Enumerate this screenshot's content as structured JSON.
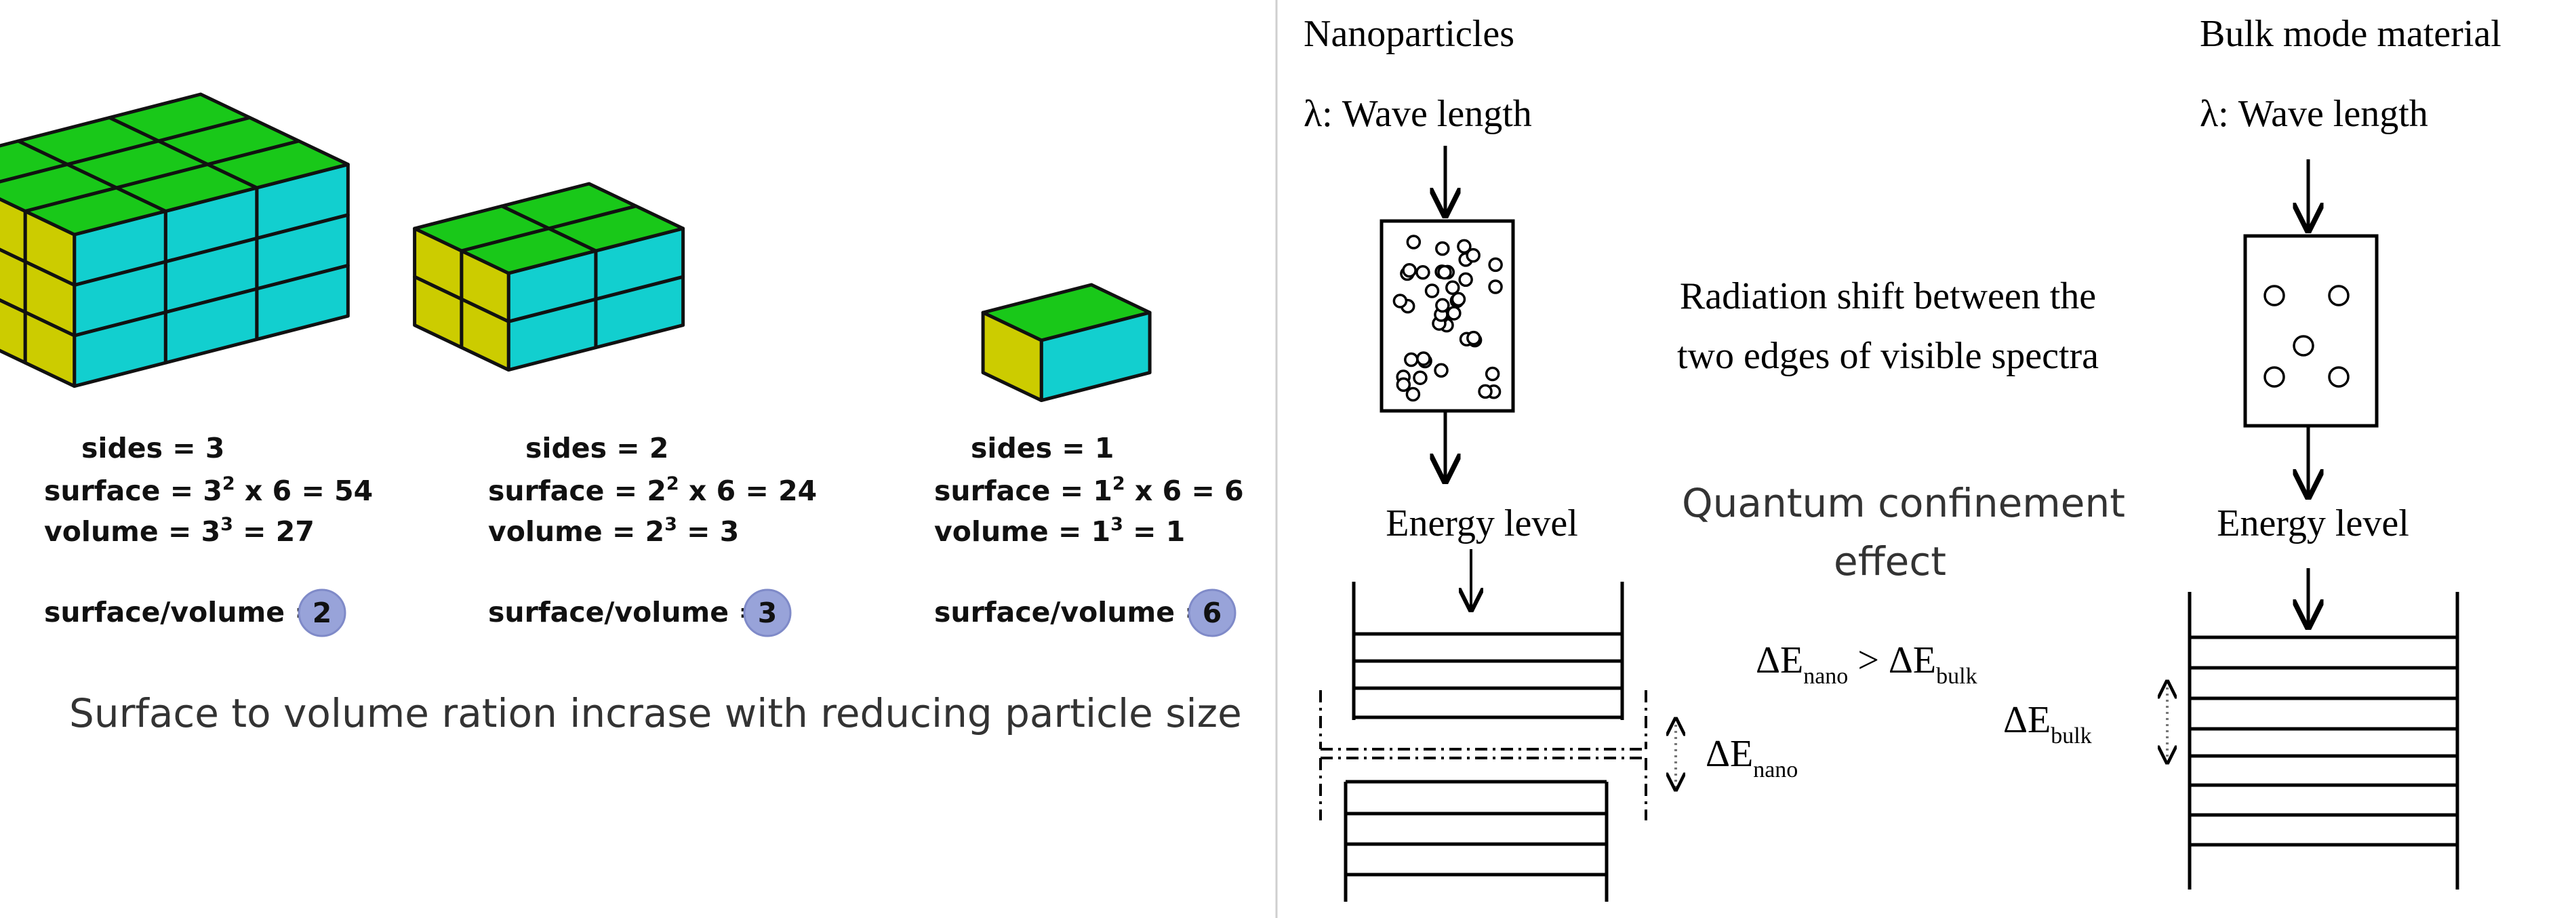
{
  "colors": {
    "top_face": "#19c819",
    "left_face": "#12cfcf",
    "right_face": "#cccc00",
    "badge": "#98a3d9",
    "divider": "#cfcfcf"
  },
  "left_panel": {
    "cubes": [
      {
        "grid_size": 3,
        "sides": "sides = 3",
        "surface": "surface = 3",
        "surface_exp": "2",
        "surface_rest": " x 6 = 54",
        "volume": "volume = 3",
        "volume_exp": "3",
        "volume_rest": " = 27",
        "ratio_label": "surface/volume =",
        "ratio_value": "2"
      },
      {
        "grid_size": 2,
        "sides": "sides = 2",
        "surface": "surface = 2",
        "surface_exp": "2",
        "surface_rest": " x 6 = 24",
        "volume": "volume = 2",
        "volume_exp": "3",
        "volume_rest": " = 3",
        "ratio_label": "surface/volume =",
        "ratio_value": "3"
      },
      {
        "grid_size": 1,
        "sides": "sides = 1",
        "surface": "surface = 1",
        "surface_exp": "2",
        "surface_rest": " x 6 = 6",
        "volume": "volume = 1",
        "volume_exp": "3",
        "volume_rest": " = 1",
        "ratio_label": "surface/volume =",
        "ratio_value": "6"
      }
    ],
    "caption": "Surface to volume ration incrase with reducing particle size"
  },
  "right_panel": {
    "nano_title": "Nanoparticles",
    "bulk_title": "Bulk mode material",
    "nano_wavelength": "λ: Wave length",
    "bulk_wavelength": "λ: Wave length",
    "nano_energy": "Energy level",
    "bulk_energy": "Energy level",
    "shift_line1": "Radiation shift between the",
    "shift_line2": "two edges of visible spectra",
    "quantum_line1": "Quantum confinement",
    "quantum_line2": "effect",
    "comparison_left": "ΔE",
    "comparison_left_sub": "nano",
    "comparison_op": " > ",
    "comparison_right": "ΔE",
    "comparison_right_sub": "bulk",
    "delta_nano": "ΔE",
    "delta_nano_sub": "nano",
    "delta_bulk": "ΔE",
    "delta_bulk_sub": "bulk",
    "nano_particle_count": 40,
    "bulk_particle_count": 5
  }
}
